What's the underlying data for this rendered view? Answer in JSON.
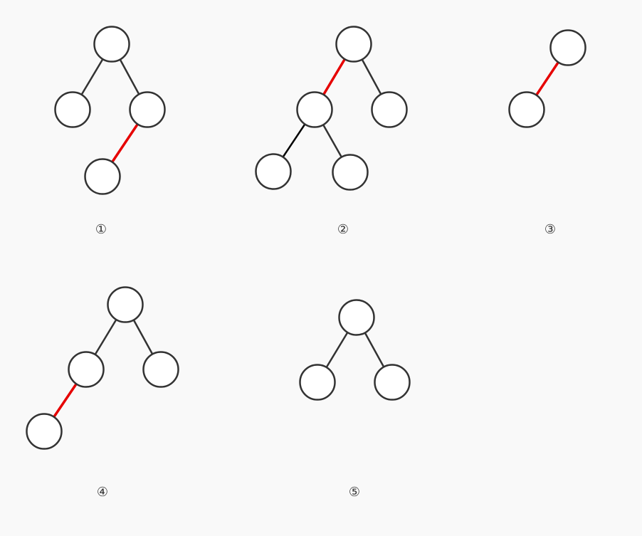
{
  "colors": {
    "background": "#f9f9f9",
    "node_stroke": "#333333",
    "node_fill": "#ffffff",
    "edge_default": "#333333",
    "edge_highlight": "#e60000",
    "edge_black": "#000000"
  },
  "trees": [
    {
      "label": "①",
      "nodes": [
        "root",
        "left",
        "right",
        "right-left"
      ],
      "edges": [
        {
          "from": "root",
          "to": "left",
          "style": "default"
        },
        {
          "from": "root",
          "to": "right",
          "style": "default"
        },
        {
          "from": "right",
          "to": "right-left",
          "style": "highlight"
        }
      ]
    },
    {
      "label": "②",
      "nodes": [
        "root",
        "left",
        "right",
        "left-left",
        "left-right"
      ],
      "edges": [
        {
          "from": "root",
          "to": "left",
          "style": "highlight"
        },
        {
          "from": "root",
          "to": "right",
          "style": "default"
        },
        {
          "from": "left",
          "to": "left-left",
          "style": "black"
        },
        {
          "from": "left",
          "to": "left-right",
          "style": "default"
        }
      ]
    },
    {
      "label": "③",
      "nodes": [
        "root",
        "left"
      ],
      "edges": [
        {
          "from": "root",
          "to": "left",
          "style": "highlight"
        }
      ]
    },
    {
      "label": "④",
      "nodes": [
        "root",
        "left",
        "right",
        "left-left"
      ],
      "edges": [
        {
          "from": "root",
          "to": "left",
          "style": "default"
        },
        {
          "from": "root",
          "to": "right",
          "style": "default"
        },
        {
          "from": "left",
          "to": "left-left",
          "style": "highlight"
        }
      ]
    },
    {
      "label": "⑤",
      "nodes": [
        "root",
        "left",
        "right"
      ],
      "edges": [
        {
          "from": "root",
          "to": "left",
          "style": "default"
        },
        {
          "from": "root",
          "to": "right",
          "style": "default"
        }
      ]
    }
  ]
}
